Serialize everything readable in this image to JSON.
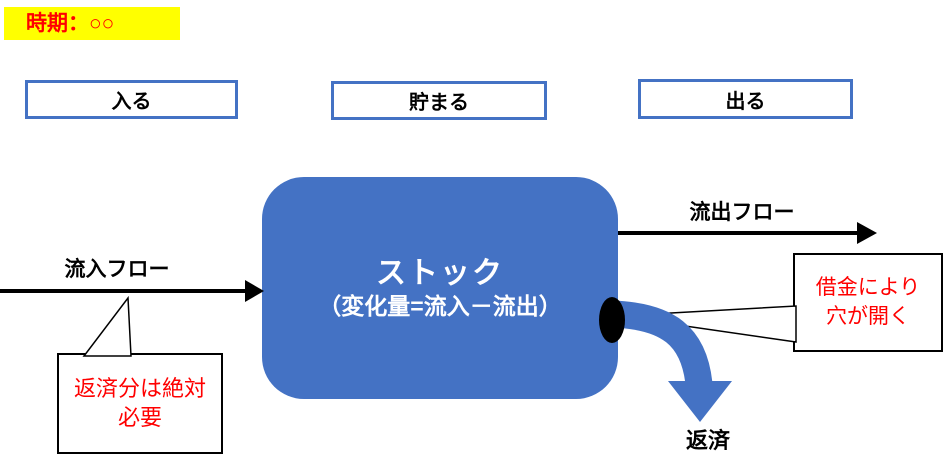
{
  "title": {
    "text": "時期：○○"
  },
  "headers": [
    {
      "label": "入る"
    },
    {
      "label": "貯まる"
    },
    {
      "label": "出る"
    }
  ],
  "stock": {
    "title": "ストック",
    "subtitle": "（変化量=流入－流出）"
  },
  "flows": {
    "inflow_label": "流入フロー",
    "outflow_label": "流出フロー",
    "repayment_label": "返済"
  },
  "callouts": {
    "left": {
      "line1": "返済分は絶対",
      "line2": "必要"
    },
    "right": {
      "line1": "借金により",
      "line2": "穴が開く"
    }
  },
  "colors": {
    "accent_blue": "#4472C4",
    "highlight_yellow": "#FFFF00",
    "alert_red": "#FF0000",
    "line_black": "#000000"
  },
  "icons": {
    "inflow_arrow": "right-arrow",
    "outflow_arrow": "right-arrow",
    "repayment_arrow": "curved-down-arrow",
    "hole": "black-ellipse"
  }
}
